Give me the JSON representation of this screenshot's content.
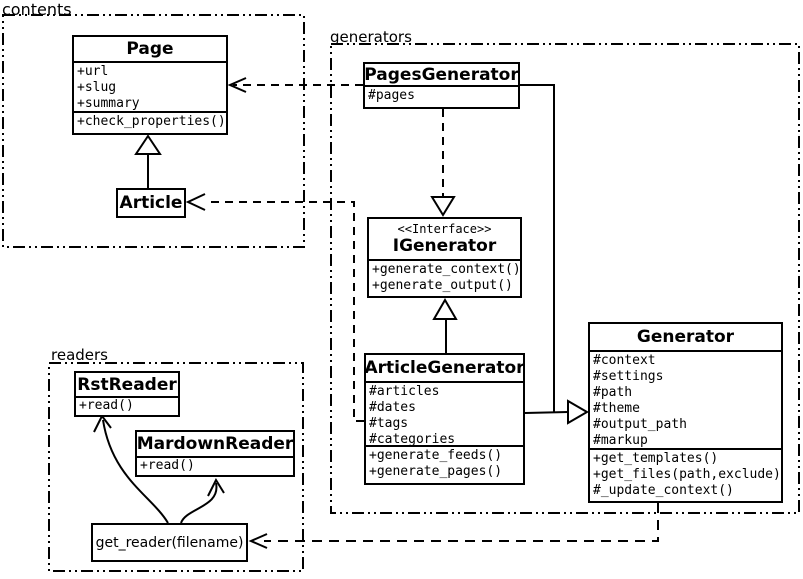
{
  "packages": {
    "contents": {
      "label": "contents"
    },
    "generators": {
      "label": "generators"
    },
    "readers": {
      "label": "readers"
    }
  },
  "classes": {
    "page": {
      "name": "Page",
      "attributes": [
        "+url",
        "+slug",
        "+summary"
      ],
      "methods": [
        "+check_properties()"
      ]
    },
    "article": {
      "name": "Article"
    },
    "pages_generator": {
      "name": "PagesGenerator",
      "attributes": [
        "#pages"
      ]
    },
    "igenerator": {
      "stereotype": "<<Interface>>",
      "name": "IGenerator",
      "methods": [
        "+generate_context()",
        "+generate_output()"
      ]
    },
    "article_generator": {
      "name": "ArticleGenerator",
      "attributes": [
        "#articles",
        "#dates",
        "#tags",
        "#categories"
      ],
      "methods": [
        "+generate_feeds()",
        "+generate_pages()"
      ]
    },
    "generator": {
      "name": "Generator",
      "attributes": [
        "#context",
        "#settings",
        "#path",
        "#theme",
        "#output_path",
        "#markup"
      ],
      "methods": [
        "+get_templates()",
        "+get_files(path,exclude)",
        "#_update_context()"
      ]
    },
    "rst_reader": {
      "name": "RstReader",
      "methods": [
        "+read()"
      ]
    },
    "markdown_reader": {
      "name": "MardownReader",
      "methods": [
        "+read()"
      ]
    },
    "get_reader": {
      "label": "get_reader(filename)"
    }
  },
  "relationships": [
    {
      "from": "Article",
      "to": "Page",
      "type": "generalization"
    },
    {
      "from": "PagesGenerator",
      "to": "Page",
      "type": "dependency"
    },
    {
      "from": "ArticleGenerator",
      "to": "Article",
      "type": "dependency"
    },
    {
      "from": "PagesGenerator",
      "to": "IGenerator",
      "type": "realization"
    },
    {
      "from": "ArticleGenerator",
      "to": "IGenerator",
      "type": "generalization"
    },
    {
      "from": "PagesGenerator",
      "to": "Generator",
      "type": "generalization"
    },
    {
      "from": "ArticleGenerator",
      "to": "Generator",
      "type": "generalization"
    },
    {
      "from": "Generator",
      "to": "get_reader(filename)",
      "type": "dependency"
    },
    {
      "from": "get_reader(filename)",
      "to": "RstReader",
      "type": "arrow"
    },
    {
      "from": "get_reader(filename)",
      "to": "MardownReader",
      "type": "arrow"
    }
  ],
  "colors": {
    "line": "#000000",
    "background": "#ffffff"
  }
}
